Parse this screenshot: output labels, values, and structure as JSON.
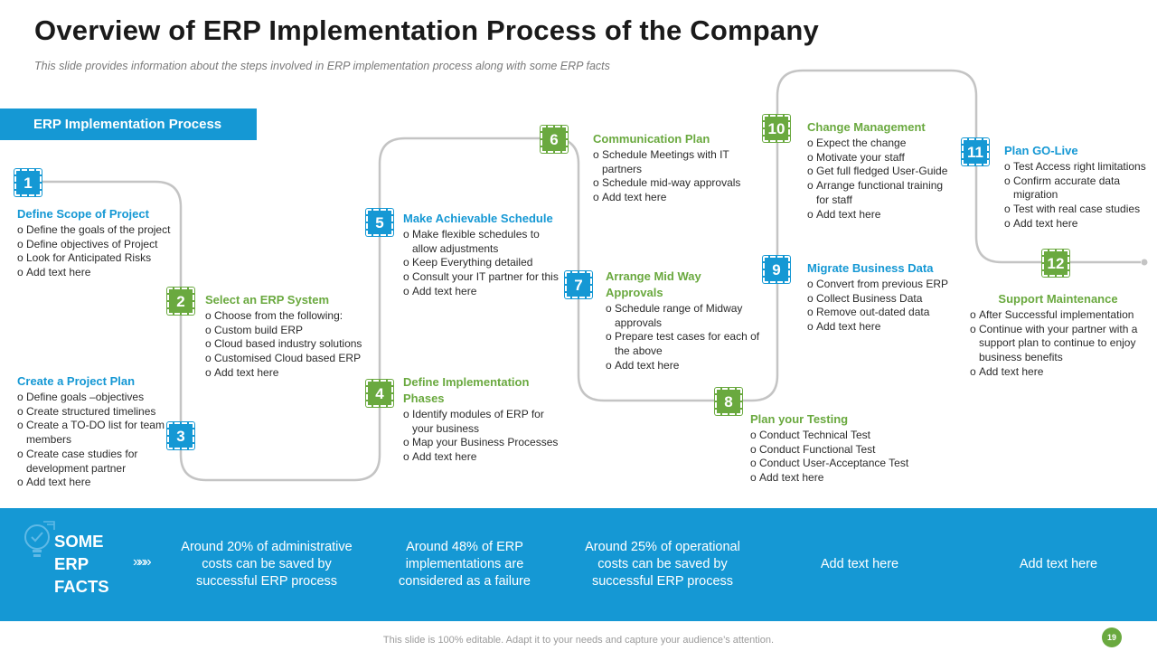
{
  "title": "Overview of ERP Implementation Process of the Company",
  "subtitle": "This slide provides information about the steps involved  in ERP implementation process along with some ERP facts",
  "section_label": "ERP Implementation Process",
  "steps": [
    {
      "number": "1",
      "heading": "Define Scope of Project",
      "color": "#1598d4",
      "items": [
        "Define the goals of the project",
        "Define objectives of Project",
        "Look for Anticipated Risks",
        "Add text here"
      ]
    },
    {
      "number": "2",
      "heading": "Select an ERP System",
      "color": "#6aa93f",
      "items": [
        "Choose from the following:",
        "Custom build ERP",
        "Cloud based industry solutions",
        "Customised Cloud based ERP",
        "Add text here"
      ]
    },
    {
      "number": "3",
      "heading": "Create a Project Plan",
      "color": "#1598d4",
      "items": [
        "Define goals –objectives",
        "Create structured timelines",
        "Create a TO-DO list for team members",
        "Create case studies for development partner",
        "Add text here"
      ]
    },
    {
      "number": "4",
      "heading": "Define Implementation Phases",
      "color": "#6aa93f",
      "items": [
        "Identify modules of ERP for your business",
        "Map your Business Processes",
        "Add text here"
      ]
    },
    {
      "number": "5",
      "heading": "Make Achievable Schedule",
      "color": "#1598d4",
      "items": [
        "Make flexible schedules to allow adjustments",
        "Keep Everything detailed",
        "Consult your IT partner for this",
        "Add text here"
      ]
    },
    {
      "number": "6",
      "heading": "Communication Plan",
      "color": "#6aa93f",
      "items": [
        "Schedule Meetings with IT partners",
        "Schedule mid-way approvals",
        "Add text here"
      ]
    },
    {
      "number": "7",
      "heading": "Arrange Mid Way Approvals",
      "color": "#6aa93f",
      "items": [
        "Schedule range of Midway approvals",
        "Prepare test cases for each of the above",
        "Add text here"
      ]
    },
    {
      "number": "8",
      "heading": "Plan your Testing",
      "color": "#6aa93f",
      "items": [
        "Conduct Technical Test",
        "Conduct Functional Test",
        "Conduct User-Acceptance Test",
        "Add text here"
      ]
    },
    {
      "number": "9",
      "heading": "Migrate Business Data",
      "color": "#1598d4",
      "items": [
        "Convert from previous ERP",
        "Collect Business Data",
        "Remove out-dated data",
        "Add text here"
      ]
    },
    {
      "number": "10",
      "heading": "Change Management",
      "color": "#6aa93f",
      "items": [
        "Expect the change",
        "Motivate  your staff",
        "Get full fledged User-Guide",
        "Arrange functional training for staff",
        "Add text here"
      ]
    },
    {
      "number": "11",
      "heading": "Plan GO-Live",
      "color": "#1598d4",
      "items": [
        "Test Access right limitations",
        "Confirm accurate data migration",
        "Test with real case studies",
        "Add text here"
      ]
    },
    {
      "number": "12",
      "heading": "Support Maintenance",
      "color": "#6aa93f",
      "items": [
        "After  Successful implementation",
        "Continue with your partner with a support plan to continue to enjoy business benefits",
        "Add text here"
      ]
    }
  ],
  "facts": {
    "title_lines": [
      "SOME",
      "ERP",
      "FACTS"
    ],
    "arrows": "»»»",
    "items": [
      "Around 20% of administrative costs can be saved by successful ERP process",
      "Around 48% of ERP implementations are considered as a failure",
      "Around 25% of operational costs can be saved by successful ERP process",
      "Add text here",
      "Add text here"
    ]
  },
  "footer": "This slide is 100% editable. Adapt it to your needs and capture your audience’s attention.",
  "page_number": "19",
  "colors": {
    "blue": "#1598d4",
    "green": "#6aa93f",
    "path": "#bdbdbd"
  }
}
